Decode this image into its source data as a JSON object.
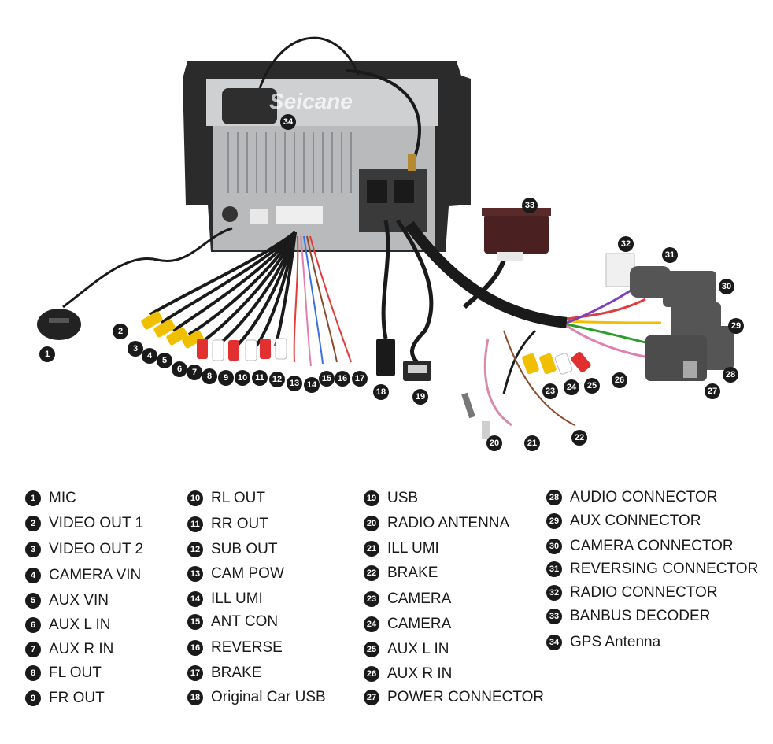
{
  "watermark": "Seicane",
  "legend": [
    {
      "n": "1",
      "label": "MIC"
    },
    {
      "n": "2",
      "label": "VIDEO OUT 1"
    },
    {
      "n": "3",
      "label": "VIDEO OUT 2"
    },
    {
      "n": "4",
      "label": "CAMERA VIN"
    },
    {
      "n": "5",
      "label": "AUX VIN"
    },
    {
      "n": "6",
      "label": "AUX L IN"
    },
    {
      "n": "7",
      "label": "AUX R IN"
    },
    {
      "n": "8",
      "label": "FL OUT"
    },
    {
      "n": "9",
      "label": "FR OUT"
    },
    {
      "n": "10",
      "label": "RL OUT"
    },
    {
      "n": "11",
      "label": "RR OUT"
    },
    {
      "n": "12",
      "label": "SUB OUT"
    },
    {
      "n": "13",
      "label": "CAM POW"
    },
    {
      "n": "14",
      "label": "ILL UMI"
    },
    {
      "n": "15",
      "label": "ANT CON"
    },
    {
      "n": "16",
      "label": "REVERSE"
    },
    {
      "n": "17",
      "label": "BRAKE"
    },
    {
      "n": "18",
      "label": "Original Car USB"
    },
    {
      "n": "19",
      "label": "USB"
    },
    {
      "n": "20",
      "label": "RADIO ANTENNA"
    },
    {
      "n": "21",
      "label": "ILL UMI"
    },
    {
      "n": "22",
      "label": "BRAKE"
    },
    {
      "n": "23",
      "label": "CAMERA"
    },
    {
      "n": "24",
      "label": "CAMERA"
    },
    {
      "n": "25",
      "label": "AUX L IN"
    },
    {
      "n": "26",
      "label": "AUX R IN"
    },
    {
      "n": "27",
      "label": "POWER CONNECTOR"
    },
    {
      "n": "28",
      "label": "AUDIO CONNECTOR"
    },
    {
      "n": "29",
      "label": "AUX CONNECTOR"
    },
    {
      "n": "30",
      "label": "CAMERA CONNECTOR"
    },
    {
      "n": "31",
      "label": "REVERSING CONNECTOR"
    },
    {
      "n": "32",
      "label": "RADIO CONNECTOR"
    },
    {
      "n": "33",
      "label": "BANBUS DECODER"
    },
    {
      "n": "34",
      "label": "GPS Antenna"
    }
  ],
  "callouts": [
    "1",
    "2",
    "3",
    "4",
    "5",
    "6",
    "7",
    "8",
    "9",
    "10",
    "11",
    "12",
    "13",
    "14",
    "15",
    "16",
    "17",
    "18",
    "19",
    "20",
    "21",
    "22",
    "23",
    "24",
    "25",
    "26",
    "27",
    "28",
    "29",
    "30",
    "31",
    "32",
    "33",
    "34"
  ]
}
